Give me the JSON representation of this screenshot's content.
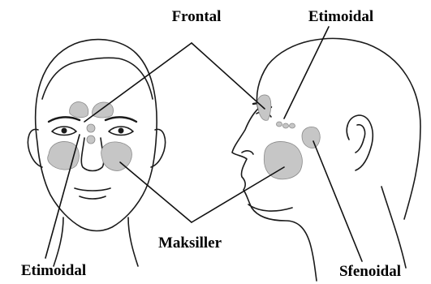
{
  "labels": {
    "frontal": "Frontal",
    "etimoidal_top": "Etimoidal",
    "maksiller": "Maksiller",
    "etimoidal_bottom": "Etimoidal",
    "sfenoidal": "Sfenoidal"
  },
  "colors": {
    "sinus_fill": "#c6c6c6",
    "outline": "#1a1a1a",
    "background": "#ffffff"
  },
  "figures": [
    "front-face",
    "side-face"
  ]
}
